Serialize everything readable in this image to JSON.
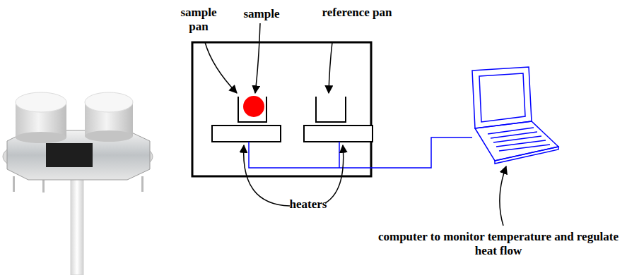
{
  "diagram": {
    "labels": [
      "sample pan",
      "sample",
      "reference pan",
      "heaters",
      "computer to monitor temperature and regulate heat flow"
    ]
  }
}
